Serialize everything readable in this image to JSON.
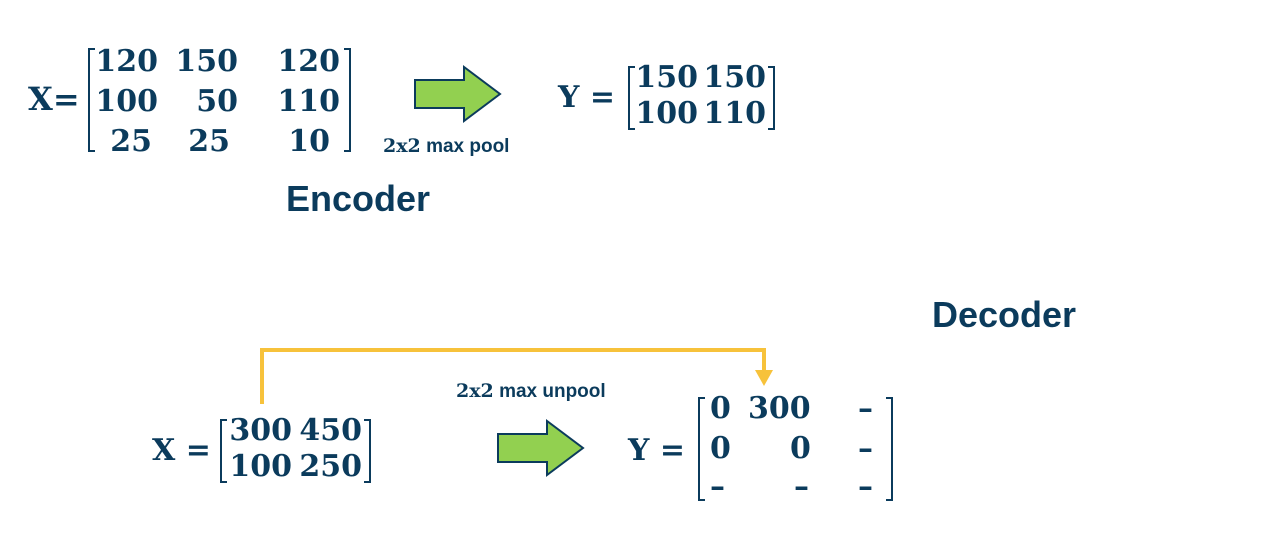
{
  "encoder": {
    "input_label": "X=",
    "input_matrix": [
      [
        "120",
        "150",
        "120"
      ],
      [
        "100",
        "50",
        "110"
      ],
      [
        "25",
        "25",
        "10"
      ]
    ],
    "operation": {
      "size": "2x2",
      "name": "max pool"
    },
    "output_label": "Y =",
    "output_matrix": [
      [
        "150",
        "150"
      ],
      [
        "100",
        "110"
      ]
    ],
    "heading": "Encoder",
    "arrow_color": "#92d050"
  },
  "decoder": {
    "heading": "Decoder",
    "input_label": "X =",
    "input_matrix": [
      [
        "300",
        "450"
      ],
      [
        "100",
        "250"
      ]
    ],
    "operation": {
      "size": "2x2",
      "name": "max unpool"
    },
    "output_label": "Y =",
    "output_matrix": [
      [
        "0",
        "300",
        "–"
      ],
      [
        "0",
        "0",
        "–"
      ],
      [
        "–",
        "–",
        "–"
      ]
    ],
    "arrow_color": "#92d050",
    "connector_color": "#f7c23b"
  },
  "colors": {
    "text": "#0b3b5c"
  }
}
